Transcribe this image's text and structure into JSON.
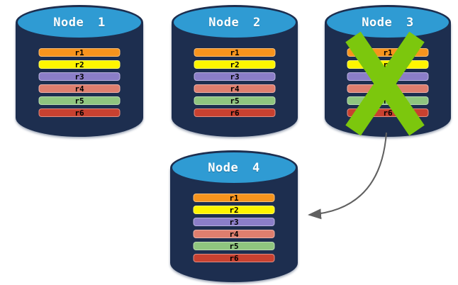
{
  "colors": {
    "cylinder_body": "#1D2E4F",
    "cylinder_top": "#2F9BD3",
    "node_label_text": "#FFFFFF",
    "row_label_text": "#000000",
    "failure_cross": "#7CC70D",
    "arrow": "#606060"
  },
  "nodes": [
    {
      "id": "node-1",
      "label": "Node 1",
      "failed": false,
      "rows": [
        {
          "label": "r1",
          "color": "#F7941D"
        },
        {
          "label": "r2",
          "color": "#FFF500"
        },
        {
          "label": "r3",
          "color": "#8B7EC8"
        },
        {
          "label": "r4",
          "color": "#DE7E6E"
        },
        {
          "label": "r5",
          "color": "#8FC57F"
        },
        {
          "label": "r6",
          "color": "#C84130"
        }
      ]
    },
    {
      "id": "node-2",
      "label": "Node 2",
      "failed": false,
      "rows": [
        {
          "label": "r1",
          "color": "#F7941D"
        },
        {
          "label": "r2",
          "color": "#FFF500"
        },
        {
          "label": "r3",
          "color": "#8B7EC8"
        },
        {
          "label": "r4",
          "color": "#DE7E6E"
        },
        {
          "label": "r5",
          "color": "#8FC57F"
        },
        {
          "label": "r6",
          "color": "#C84130"
        }
      ]
    },
    {
      "id": "node-3",
      "label": "Node 3",
      "failed": true,
      "rows": [
        {
          "label": "r1",
          "color": "#F7941D"
        },
        {
          "label": "r2",
          "color": "#FFF500"
        },
        {
          "label": "r3",
          "color": "#8B7EC8"
        },
        {
          "label": "r4",
          "color": "#DE7E6E"
        },
        {
          "label": "r5",
          "color": "#8FC57F"
        },
        {
          "label": "r6",
          "color": "#C84130"
        }
      ]
    },
    {
      "id": "node-4",
      "label": "Node 4",
      "failed": false,
      "rows": [
        {
          "label": "r1",
          "color": "#F7941D"
        },
        {
          "label": "r2",
          "color": "#FFF500"
        },
        {
          "label": "r3",
          "color": "#8B7EC8"
        },
        {
          "label": "r4",
          "color": "#DE7E6E"
        },
        {
          "label": "r5",
          "color": "#8FC57F"
        },
        {
          "label": "r6",
          "color": "#C84130"
        }
      ]
    }
  ],
  "arrow": {
    "from": "node-3",
    "to": "node-4"
  }
}
